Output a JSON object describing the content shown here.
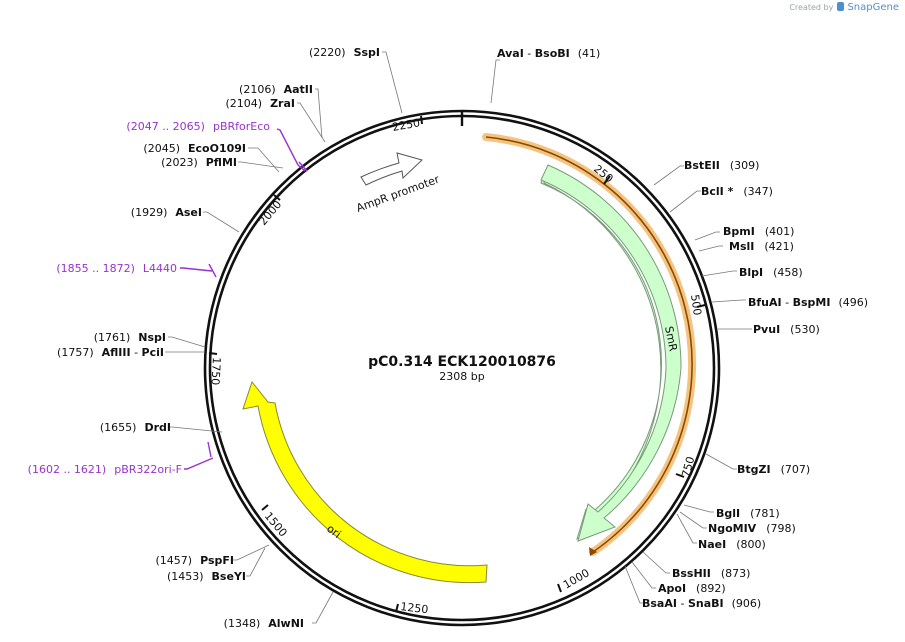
{
  "credit": {
    "prefix": "Created by",
    "brand": "SnapGene"
  },
  "plasmid": {
    "name": "pC0.314 ECK120010876",
    "length_label": "2308 bp",
    "length": 2308
  },
  "ticks": [
    "250",
    "500",
    "750",
    "1000",
    "1250",
    "1500",
    "1750",
    "2000",
    "2250"
  ],
  "features": {
    "smr": "SmR",
    "ori": "ori",
    "promoter": "AmpR promoter"
  },
  "sites": [
    {
      "name": "AvaI",
      "sep": " - ",
      "name2": "BsoBI",
      "pos": "(41)"
    },
    {
      "name": "BstEII",
      "pos": "(309)"
    },
    {
      "name": "BclI *",
      "pos": "(347)"
    },
    {
      "name": "BpmI",
      "pos": "(401)"
    },
    {
      "name": "MslI",
      "pos": "(421)"
    },
    {
      "name": "BlpI",
      "pos": "(458)"
    },
    {
      "name": "BfuAI",
      "sep": " - ",
      "name2": "BspMI",
      "pos": "(496)"
    },
    {
      "name": "PvuI",
      "pos": "(530)"
    },
    {
      "name": "BtgZI",
      "pos": "(707)"
    },
    {
      "name": "BglI",
      "pos": "(781)"
    },
    {
      "name": "NgoMIV",
      "pos": "(798)"
    },
    {
      "name": "NaeI",
      "pos": "(800)"
    },
    {
      "name": "BssHII",
      "pos": "(873)"
    },
    {
      "name": "ApoI",
      "pos": "(892)"
    },
    {
      "name": "BsaAI",
      "sep": " - ",
      "name2": "SnaBI",
      "pos": "(906)"
    },
    {
      "pos": "(2220)",
      "name": "SspI"
    },
    {
      "pos": "(2106)",
      "name": "AatII"
    },
    {
      "pos": "(2104)",
      "name": "ZraI"
    },
    {
      "pos": "(2045)",
      "name": "EcoO109I"
    },
    {
      "pos": "(2023)",
      "name": "PflMI"
    },
    {
      "pos": "(1929)",
      "name": "AseI"
    },
    {
      "pos": "(1761)",
      "name": "NspI"
    },
    {
      "pos": "(1757)",
      "name": "AflIII",
      "sep": " - ",
      "name2": "PciI"
    },
    {
      "pos": "(1655)",
      "name": "DrdI"
    },
    {
      "pos": "(1457)",
      "name": "PspFI"
    },
    {
      "pos": "(1453)",
      "name": "BseYI"
    },
    {
      "pos": "(1348)",
      "name": "AlwNI"
    }
  ],
  "primers": [
    {
      "range": "(2047 .. 2065)",
      "name": "pBRforEco"
    },
    {
      "range": "(1855 .. 1872)",
      "name": "L4440"
    },
    {
      "range": "(1602 .. 1621)",
      "name": "pBR322ori-F"
    }
  ],
  "colors": {
    "backbone": "#111111",
    "smr_fill": "#ccffcc",
    "smr_stroke": "#7a9a7a",
    "ori_fill": "#ffff00",
    "ori_stroke": "#8a8a33",
    "orange_track": "#f4c37f",
    "orange_line": "#8a4a00",
    "primer": "#9933cc",
    "leader": "#777777"
  }
}
